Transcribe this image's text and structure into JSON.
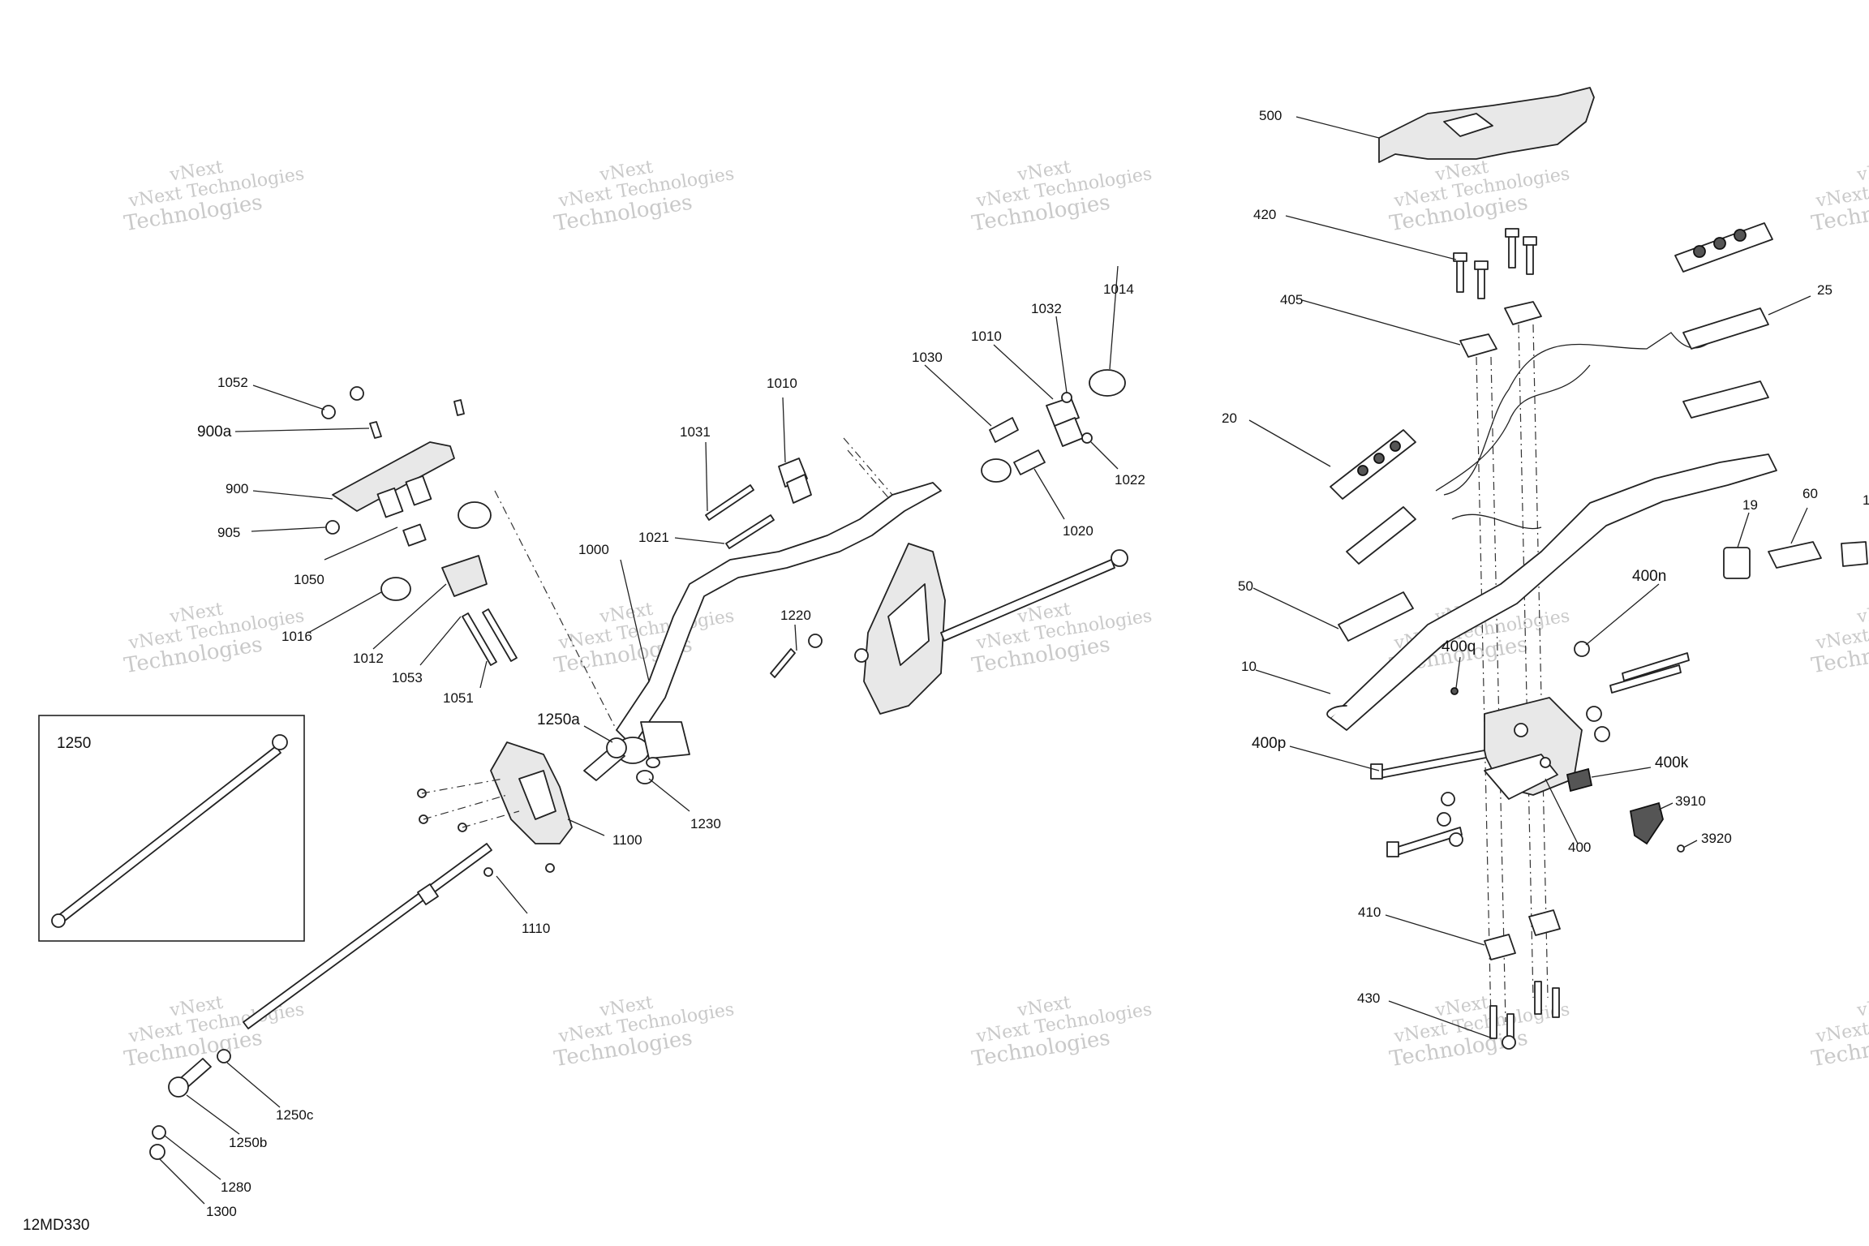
{
  "drawing_id": "12MD330",
  "watermark": {
    "line1": "vNext Technologies",
    "line2": "Technologies",
    "line3": "vNext"
  },
  "callouts": [
    {
      "id": "c500",
      "label": "500"
    },
    {
      "id": "c420",
      "label": "420"
    },
    {
      "id": "c405",
      "label": "405"
    },
    {
      "id": "c25",
      "label": "25"
    },
    {
      "id": "c20",
      "label": "20"
    },
    {
      "id": "c19",
      "label": "19"
    },
    {
      "id": "c60",
      "label": "60"
    },
    {
      "id": "c50",
      "label": "50"
    },
    {
      "id": "c10",
      "label": "10"
    },
    {
      "id": "c400n",
      "label": "400n"
    },
    {
      "id": "c400q",
      "label": "400q"
    },
    {
      "id": "c400p",
      "label": "400p"
    },
    {
      "id": "c400k",
      "label": "400k"
    },
    {
      "id": "c3910",
      "label": "3910"
    },
    {
      "id": "c3920",
      "label": "3920"
    },
    {
      "id": "c400",
      "label": "400"
    },
    {
      "id": "c410",
      "label": "410"
    },
    {
      "id": "c430",
      "label": "430"
    },
    {
      "id": "c1052",
      "label": "1052"
    },
    {
      "id": "c900a",
      "label": "900a"
    },
    {
      "id": "c900",
      "label": "900"
    },
    {
      "id": "c905",
      "label": "905"
    },
    {
      "id": "c1050",
      "label": "1050"
    },
    {
      "id": "c1016",
      "label": "1016"
    },
    {
      "id": "c1012",
      "label": "1012"
    },
    {
      "id": "c1053",
      "label": "1053"
    },
    {
      "id": "c1051",
      "label": "1051"
    },
    {
      "id": "c1031",
      "label": "1031"
    },
    {
      "id": "c1010a",
      "label": "1010"
    },
    {
      "id": "c1030",
      "label": "1030"
    },
    {
      "id": "c1010b",
      "label": "1010"
    },
    {
      "id": "c1032",
      "label": "1032"
    },
    {
      "id": "c1014",
      "label": "1014"
    },
    {
      "id": "c1022",
      "label": "1022"
    },
    {
      "id": "c1020",
      "label": "1020"
    },
    {
      "id": "c1021",
      "label": "1021"
    },
    {
      "id": "c1000",
      "label": "1000"
    },
    {
      "id": "c1220",
      "label": "1220"
    },
    {
      "id": "c1250a",
      "label": "1250a"
    },
    {
      "id": "c1230",
      "label": "1230"
    },
    {
      "id": "c1100",
      "label": "1100"
    },
    {
      "id": "c1110",
      "label": "1110"
    },
    {
      "id": "c1250",
      "label": "1250"
    },
    {
      "id": "c1250c",
      "label": "1250c"
    },
    {
      "id": "c1250b",
      "label": "1250b"
    },
    {
      "id": "c1280",
      "label": "1280"
    },
    {
      "id": "c1300",
      "label": "1300"
    },
    {
      "id": "c1edge",
      "label": "1"
    }
  ]
}
